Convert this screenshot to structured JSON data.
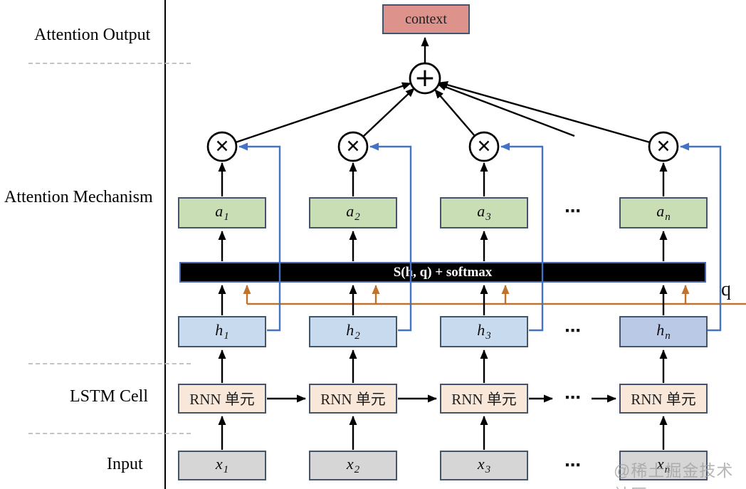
{
  "sidebar": {
    "items": [
      {
        "label": "Attention Output"
      },
      {
        "label": "Attention Mechanism"
      },
      {
        "label": "LSTM Cell"
      },
      {
        "label": "Input"
      }
    ]
  },
  "diagram": {
    "context": {
      "label": "context"
    },
    "sum_node": {
      "symbol": "+"
    },
    "product_node": {
      "symbol": "✕"
    },
    "softmax_bar": {
      "label": "S(h, q) + softmax"
    },
    "query": {
      "label": "q"
    },
    "attention_weights": [
      {
        "base": "a",
        "sub": "1"
      },
      {
        "base": "a",
        "sub": "2"
      },
      {
        "base": "a",
        "sub": "3"
      },
      {
        "base": "a",
        "sub": "n"
      }
    ],
    "hidden_states": [
      {
        "base": "h",
        "sub": "1"
      },
      {
        "base": "h",
        "sub": "2"
      },
      {
        "base": "h",
        "sub": "3"
      },
      {
        "base": "h",
        "sub": "n"
      }
    ],
    "rnn_cells": [
      {
        "label": "RNN 单元"
      },
      {
        "label": "RNN 单元"
      },
      {
        "label": "RNN 单元"
      },
      {
        "label": "RNN 单元"
      }
    ],
    "inputs": [
      {
        "base": "x",
        "sub": "1"
      },
      {
        "base": "x",
        "sub": "2"
      },
      {
        "base": "x",
        "sub": "3"
      },
      {
        "base": "x",
        "sub": "n"
      }
    ],
    "ellipsis": "⋯"
  },
  "watermark": {
    "label": "@稀土掘金技术社区"
  },
  "colors": {
    "context_fill": "#dd938b",
    "attention_weight_fill": "#cadeb6",
    "hidden_state_fill": "#c8daee",
    "hidden_state_n_fill": "#bac9e5",
    "rnn_fill": "#f9e8d9",
    "input_fill": "#d6d6d6",
    "box_border": "#44546a",
    "softmax_fill": "#000000",
    "softmax_border": "#4a67b2",
    "feedback_line": "#4472c4",
    "query_line": "#c0732c",
    "arrow": "#000000"
  }
}
